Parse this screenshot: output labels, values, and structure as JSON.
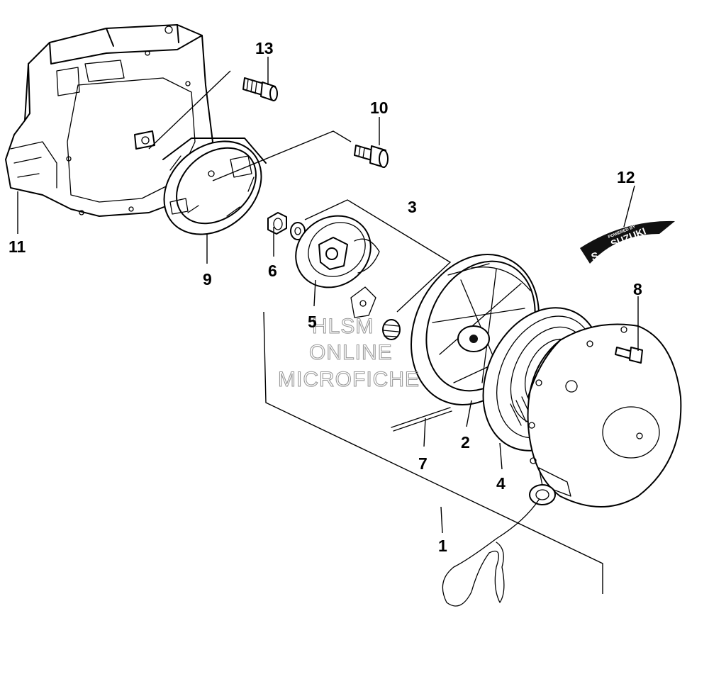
{
  "callouts": {
    "p1": "1",
    "p2": "2",
    "p3": "3",
    "p4": "4",
    "p5": "5",
    "p6": "6",
    "p7": "7",
    "p8": "8",
    "p9": "9",
    "p10": "10",
    "p11": "11",
    "p12": "12",
    "p13": "13"
  },
  "decal": {
    "small_text": "POWERED BY",
    "brand_text": "SUZUKI",
    "logo_glyph": "S"
  },
  "watermark": {
    "line1": "HLSM",
    "line2": "ONLINE",
    "line3": "MICROFICHE"
  }
}
